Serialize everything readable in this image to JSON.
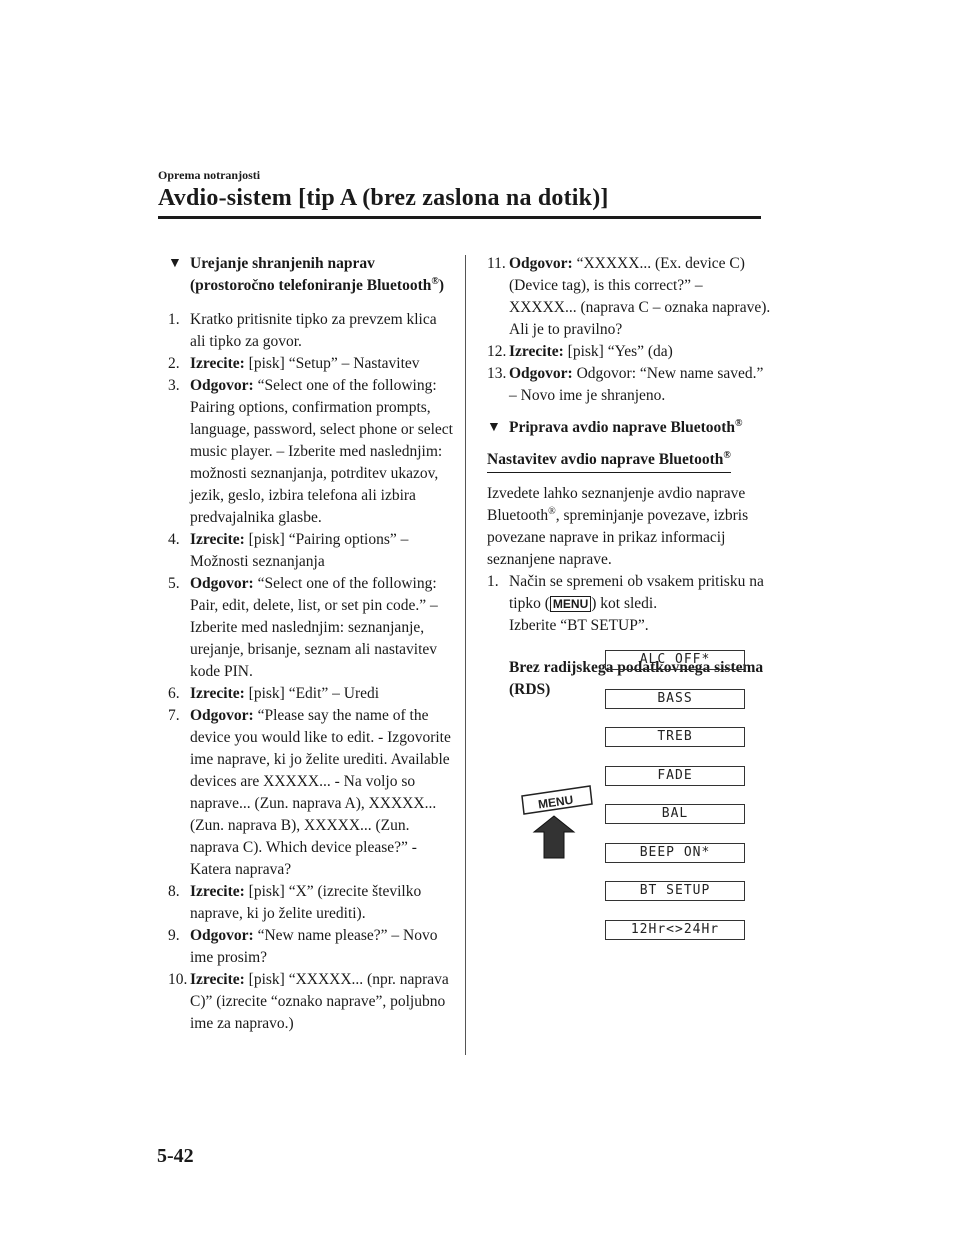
{
  "header": {
    "section_label": "Oprema notranjosti",
    "title": "Avdio-sistem [tip A (brez zaslona na dotik)]"
  },
  "left": {
    "section_title": "Urejanje shranjenih naprav (prostoročno telefoniranje Bluetooth",
    "section_title_reg": "®",
    "section_title_end": ")",
    "steps": [
      {
        "num": "1.",
        "bold": "",
        "text": "Kratko pritisnite tipko za prevzem klica ali tipko za govor."
      },
      {
        "num": "2.",
        "bold": "Izrecite:",
        "text": " [pisk] “Setup” – Nastavitev"
      },
      {
        "num": "3.",
        "bold": "Odgovor:",
        "text": " “Select one of the following: Pairing options, confirmation prompts, language, password, select phone or select music player. – Izberite med naslednjim: možnosti seznanjanja, potrditev ukazov, jezik, geslo, izbira telefona ali izbira predvajalnika glasbe."
      },
      {
        "num": "4.",
        "bold": "Izrecite:",
        "text": " [pisk] “Pairing options” – Možnosti seznanjanja"
      },
      {
        "num": "5.",
        "bold": "Odgovor:",
        "text": " “Select one of the following: Pair, edit, delete, list, or set pin code.” – Izberite med naslednjim: seznanjanje, urejanje, brisanje, seznam ali nastavitev kode PIN."
      },
      {
        "num": "6.",
        "bold": "Izrecite:",
        "text": " [pisk] “Edit” – Uredi"
      },
      {
        "num": "7.",
        "bold": "Odgovor:",
        "text": " “Please say the name of the device you would like to edit. - Izgovorite ime naprave, ki jo želite urediti. Available devices are XXXXX... - Na voljo so naprave... (Zun. naprava A), XXXXX... (Zun. naprava B), XXXXX... (Zun. naprava C). Which device please?” - Katera naprava?"
      },
      {
        "num": "8.",
        "bold": "Izrecite:",
        "text": " [pisk] “X” (izrecite številko naprave, ki jo želite urediti)."
      },
      {
        "num": "9.",
        "bold": "Odgovor:",
        "text": " “New name please?” – Novo ime prosim?"
      },
      {
        "num": "10.",
        "bold": "Izrecite:",
        "text": " [pisk] “XXXXX... (npr. naprava C)” (izrecite “oznako naprave”, poljubno ime za napravo.)"
      }
    ]
  },
  "right": {
    "steps": [
      {
        "num": "11.",
        "bold": "Odgovor:",
        "text": " “XXXXX... (Ex. device C) (Device tag), is this correct?” – XXXXX... (naprava C – oznaka naprave). Ali je to pravilno?"
      },
      {
        "num": "12.",
        "bold": "Izrecite:",
        "text": " [pisk] “Yes” (da)"
      },
      {
        "num": "13.",
        "bold": "Odgovor:",
        "text": " Odgovor: “New name saved.” – Novo ime je shranjeno."
      }
    ],
    "section_title": "Priprava avdio naprave Bluetooth",
    "section_reg": "®",
    "subheading": "Nastavitev avdio naprave Bluetooth",
    "subheading_reg": "®",
    "para_a": "Izvedete lahko seznanjenje avdio naprave Bluetooth",
    "para_reg": "®",
    "para_b": ", spreminjanje povezave, izbris povezane naprave in prikaz informacij seznanjene naprave.",
    "step1_num": "1.",
    "step1_a": "Način se spremeni ob vsakem pritisku na tipko (",
    "step1_chip": "MENU",
    "step1_b": ") kot sledi.",
    "step1_c": "Izberite “BT SETUP”.",
    "diagram_caption": "Brez radijskega podatkovnega sistema (RDS)"
  },
  "diagram": {
    "menu_button": "MENU",
    "menu_items": [
      "ALC OFF*",
      "BASS",
      "TREB",
      "FADE",
      "BAL",
      "BEEP ON*",
      "BT SETUP",
      "12Hr<>24Hr"
    ]
  },
  "page_number": "5-42"
}
